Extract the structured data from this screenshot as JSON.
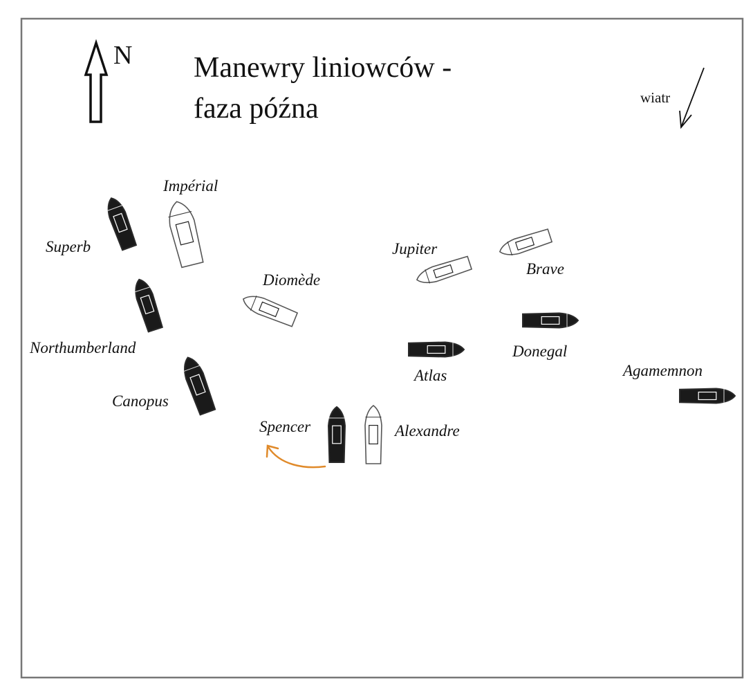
{
  "title": {
    "line1": "Manewry liniowców -",
    "line2": "faza późna"
  },
  "compass": {
    "label": "N",
    "icon": "north-arrow-icon"
  },
  "wind": {
    "label": "wiatr",
    "icon": "wind-arrow-icon"
  },
  "colors": {
    "british_hull": "#1a1a1a",
    "french_hull": "#ffffff",
    "outline": "#555555",
    "maneuver_arrow": "#e08a2a",
    "frame": "#777777"
  },
  "ships": [
    {
      "name": "Superb",
      "side": "british"
    },
    {
      "name": "Impérial",
      "side": "french"
    },
    {
      "name": "Northumberland",
      "side": "british"
    },
    {
      "name": "Canopus",
      "side": "british"
    },
    {
      "name": "Diomède",
      "side": "french"
    },
    {
      "name": "Jupiter",
      "side": "french"
    },
    {
      "name": "Brave",
      "side": "french"
    },
    {
      "name": "Donegal",
      "side": "british"
    },
    {
      "name": "Atlas",
      "side": "british"
    },
    {
      "name": "Agamemnon",
      "side": "british"
    },
    {
      "name": "Spencer",
      "side": "british"
    },
    {
      "name": "Alexandre",
      "side": "french"
    }
  ]
}
